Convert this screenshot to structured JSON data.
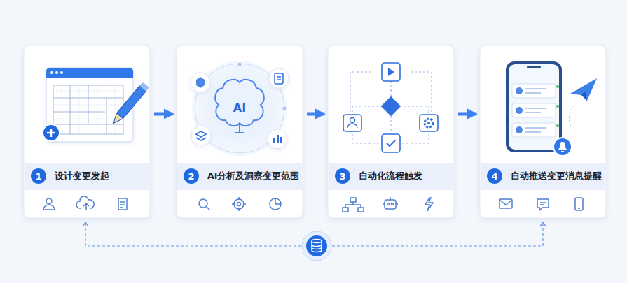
{
  "diagram": {
    "nodes": [
      {
        "text": [
          "设计变更发起"
        ]
      },
      {
        "text": [
          "1"
        ],
        "in": 0
      },
      {
        "text": [
          "AI分析及洞察变更范围"
        ]
      },
      {
        "text": [
          "2"
        ],
        "in": 2
      },
      {
        "text": [
          "自动化流程触发"
        ]
      },
      {
        "text": [
          "3"
        ],
        "in": 4
      },
      {
        "text": [
          "自动推送变更消息提醒"
        ]
      },
      {
        "text": [
          "4"
        ],
        "in": 6
      }
    ],
    "edges": [
      {
        "from": 0,
        "to": 2,
        "arrow": "to"
      },
      {
        "from": 2,
        "to": 4,
        "arrow": "to"
      },
      {
        "from": 4,
        "to": 6,
        "arrow": "to"
      }
    ],
    "labels": [
      "AI"
    ]
  }
}
